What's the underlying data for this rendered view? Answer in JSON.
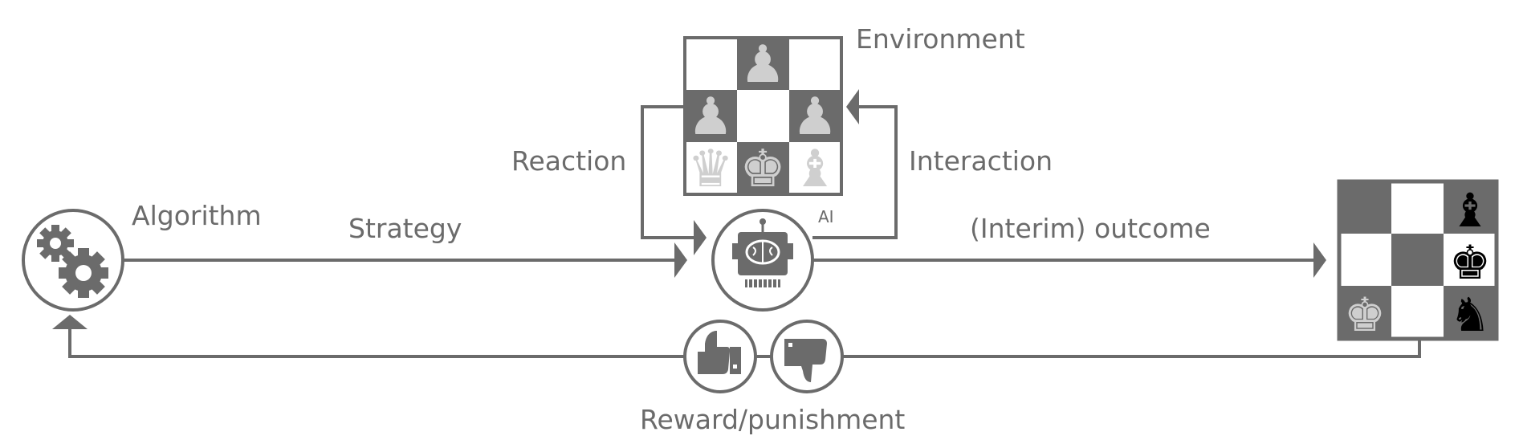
{
  "labels": {
    "environment": "Environment",
    "reaction": "Reaction",
    "interaction": "Interaction",
    "algorithm": "Algorithm",
    "strategy": "Strategy",
    "ai": "AI",
    "interim_outcome": "(Interim) outcome",
    "reward_punishment": "Reward/punishment"
  },
  "icons": {
    "algorithm": "gears-icon",
    "ai": "robot-brain-icon",
    "reward": "thumbs-up-icon",
    "punishment": "thumbs-down-icon"
  },
  "environment_board": {
    "pieces": [
      "♟",
      "♟",
      "♟",
      "♛",
      "♚",
      "♝"
    ]
  },
  "outcome_board": {
    "pieces": [
      "♝",
      "♚",
      "♚",
      "♞"
    ]
  },
  "colors": {
    "line": "#6b6b6b",
    "dark_square": "#6b6b6b",
    "light_piece": "#cfcfcf",
    "outcome_piece": "#000000"
  }
}
